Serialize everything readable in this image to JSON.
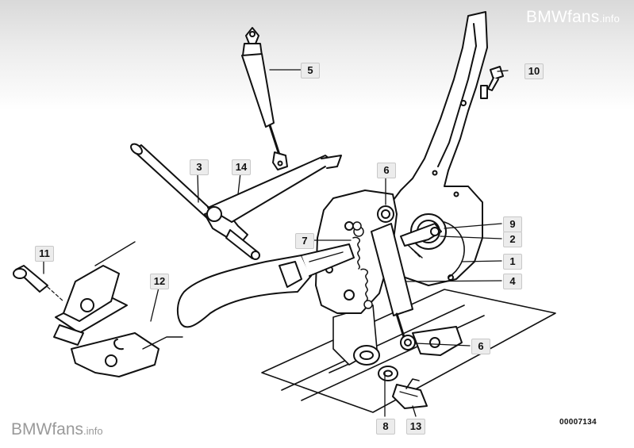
{
  "watermark_top": {
    "brand": "BMWfans",
    "suffix": ".info"
  },
  "watermark_bottom": {
    "brand": "BMWfans",
    "suffix": ".info"
  },
  "diagram_code": "00007134",
  "part_labels": [
    "1",
    "2",
    "3",
    "4",
    "5",
    "6",
    "6",
    "7",
    "8",
    "9",
    "10",
    "11",
    "12",
    "13",
    "14"
  ],
  "colors": {
    "line": "#111111",
    "label_bg": "#ececec",
    "watermark": "#9a9a9a"
  }
}
